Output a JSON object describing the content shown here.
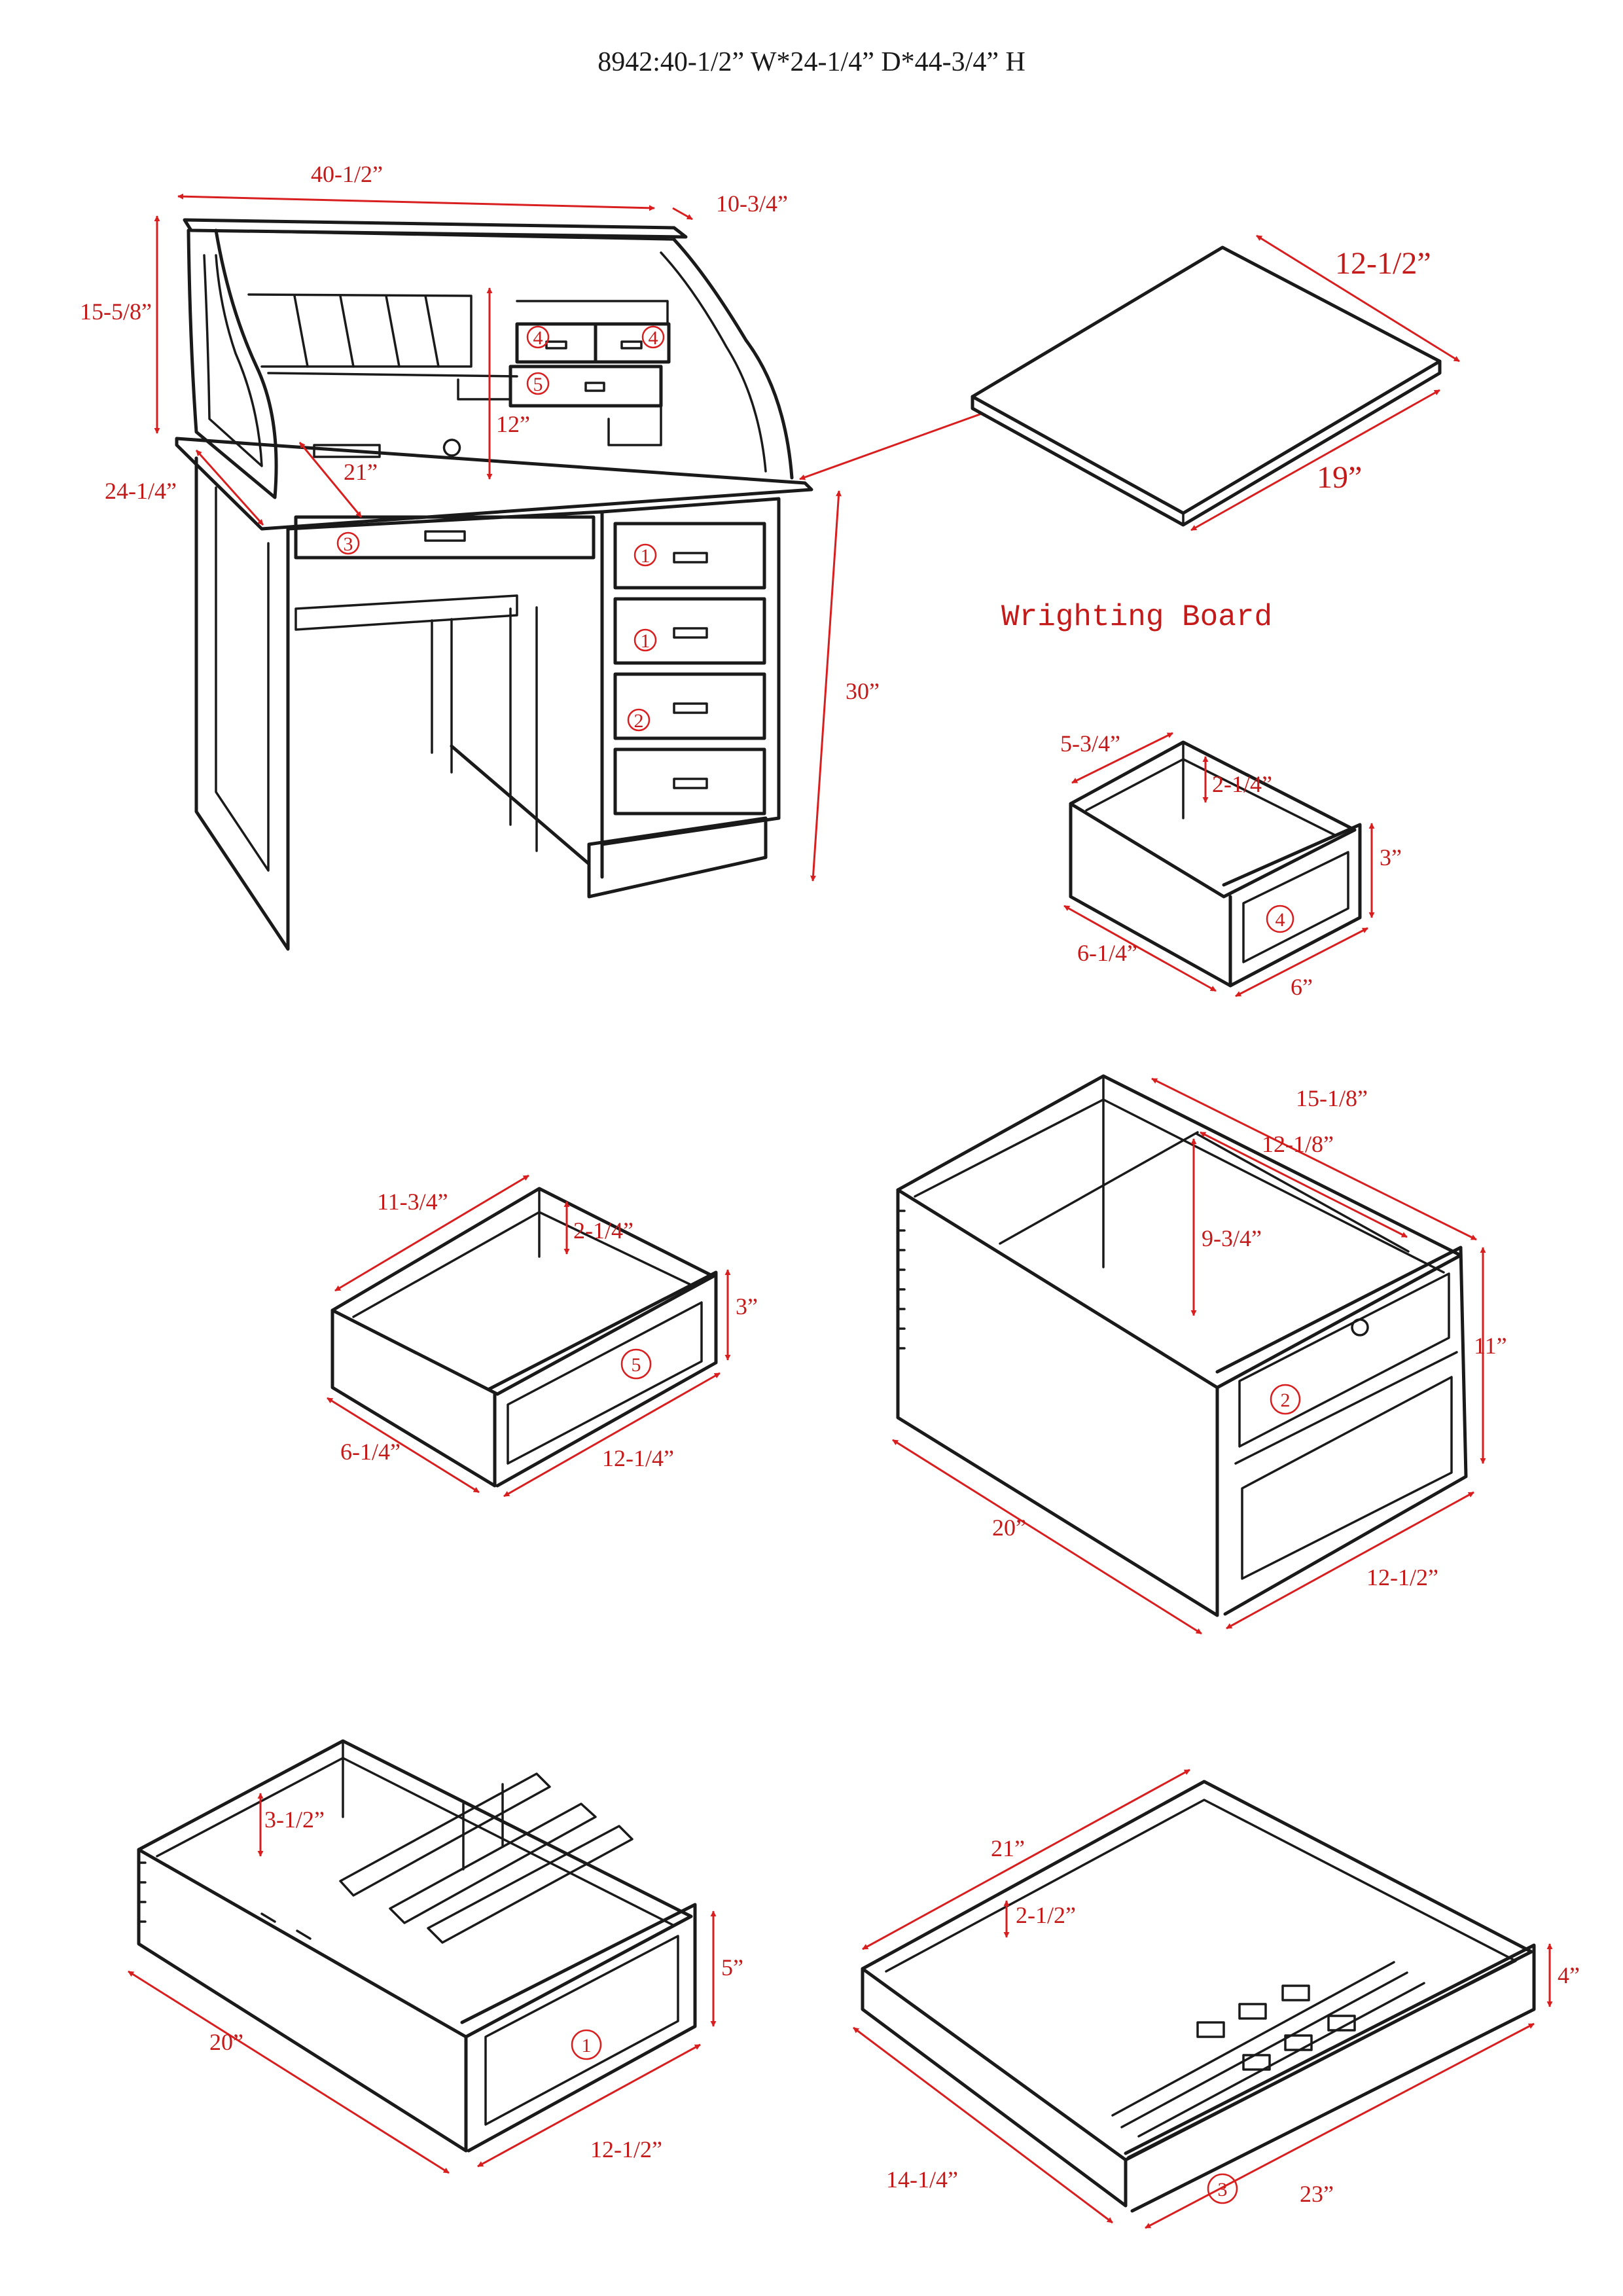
{
  "title": "8942:40-1/2” W*24-1/4” D*44-3/4” H",
  "board_label": "Wrighting Board",
  "colors": {
    "ink": "#1a1a1a",
    "dimension": "#d81e1e"
  },
  "desk": {
    "dims": {
      "width": "40-1/2”",
      "rail": "10-3/4”",
      "hutch_height": "15-5/8”",
      "depth": "24-1/4”",
      "opening": "21”",
      "inner": "12”",
      "height": "30”"
    },
    "markers": [
      "4",
      "4",
      "5",
      "3",
      "1",
      "1",
      "2"
    ]
  },
  "board": {
    "dims": {
      "depth": "12-1/2”",
      "width": "19”"
    }
  },
  "drawer4": {
    "marker": "4",
    "dims": {
      "inner_depth": "5-3/4”",
      "inner_height": "2-1/4”",
      "height": "3”",
      "depth": "6-1/4”",
      "width": "6”"
    }
  },
  "drawer5": {
    "marker": "5",
    "dims": {
      "inner_width": "11-3/4”",
      "inner_height": "2-1/4”",
      "height": "3”",
      "depth": "6-1/4”",
      "width": "12-1/4”"
    }
  },
  "drawer2": {
    "marker": "2",
    "dims": {
      "outer_depth": "15-1/8”",
      "inner_depth": "12-1/8”",
      "inner_height": "9-3/4”",
      "height": "11”",
      "depth": "20”",
      "width": "12-1/2”"
    }
  },
  "drawer1": {
    "marker": "1",
    "dims": {
      "inner_height": "3-1/2”",
      "height": "5”",
      "depth": "20”",
      "width": "12-1/2”"
    }
  },
  "drawer3": {
    "marker": "3",
    "dims": {
      "inner_width": "21”",
      "inner_height": "2-1/2”",
      "height": "4”",
      "depth": "14-1/4”",
      "width": "23”"
    }
  }
}
